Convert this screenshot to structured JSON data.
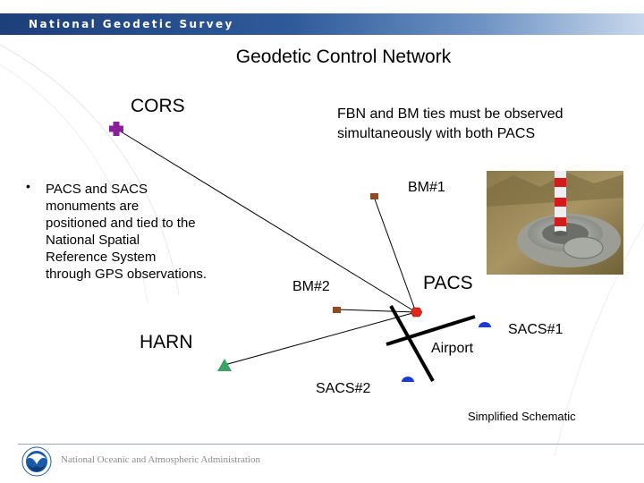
{
  "header": {
    "agency": "National Geodetic Survey"
  },
  "title": "Geodetic Control Network",
  "labels": {
    "cors": "CORS",
    "fbn_note": "FBN and BM ties must be observed\nsimultaneously with both PACS",
    "bm1": "BM#1",
    "bm2": "BM#2",
    "pacs": "PACS",
    "harn": "HARN",
    "sacs1": "SACS#1",
    "sacs2": "SACS#2",
    "airport": "Airport",
    "schematic": "Simplified Schematic"
  },
  "bullet": {
    "marker": "•",
    "text": "PACS and SACS\nmonuments are\npositioned and tied to the\nNational Spatial\nReference System\nthrough GPS observations."
  },
  "footer": {
    "text": "National Oceanic and Atmospheric Administration"
  },
  "icons": {
    "cors_marker": "purple-cross-icon",
    "harn_marker": "green-triangle-icon",
    "pacs_marker": "red-hexagon-icon",
    "bm_marker": "brown-square-icon",
    "sacs_marker": "blue-semicircle-icon",
    "logo": "noaa-logo"
  },
  "colors": {
    "header_dark": "#1d3f7a",
    "cors_purple": "#8b1f9a",
    "harn_green": "#3aa365",
    "pacs_red": "#e2271a",
    "bm_brown": "#8c4a25",
    "sacs_blue": "#1c3bd6",
    "runway": "#000000"
  }
}
